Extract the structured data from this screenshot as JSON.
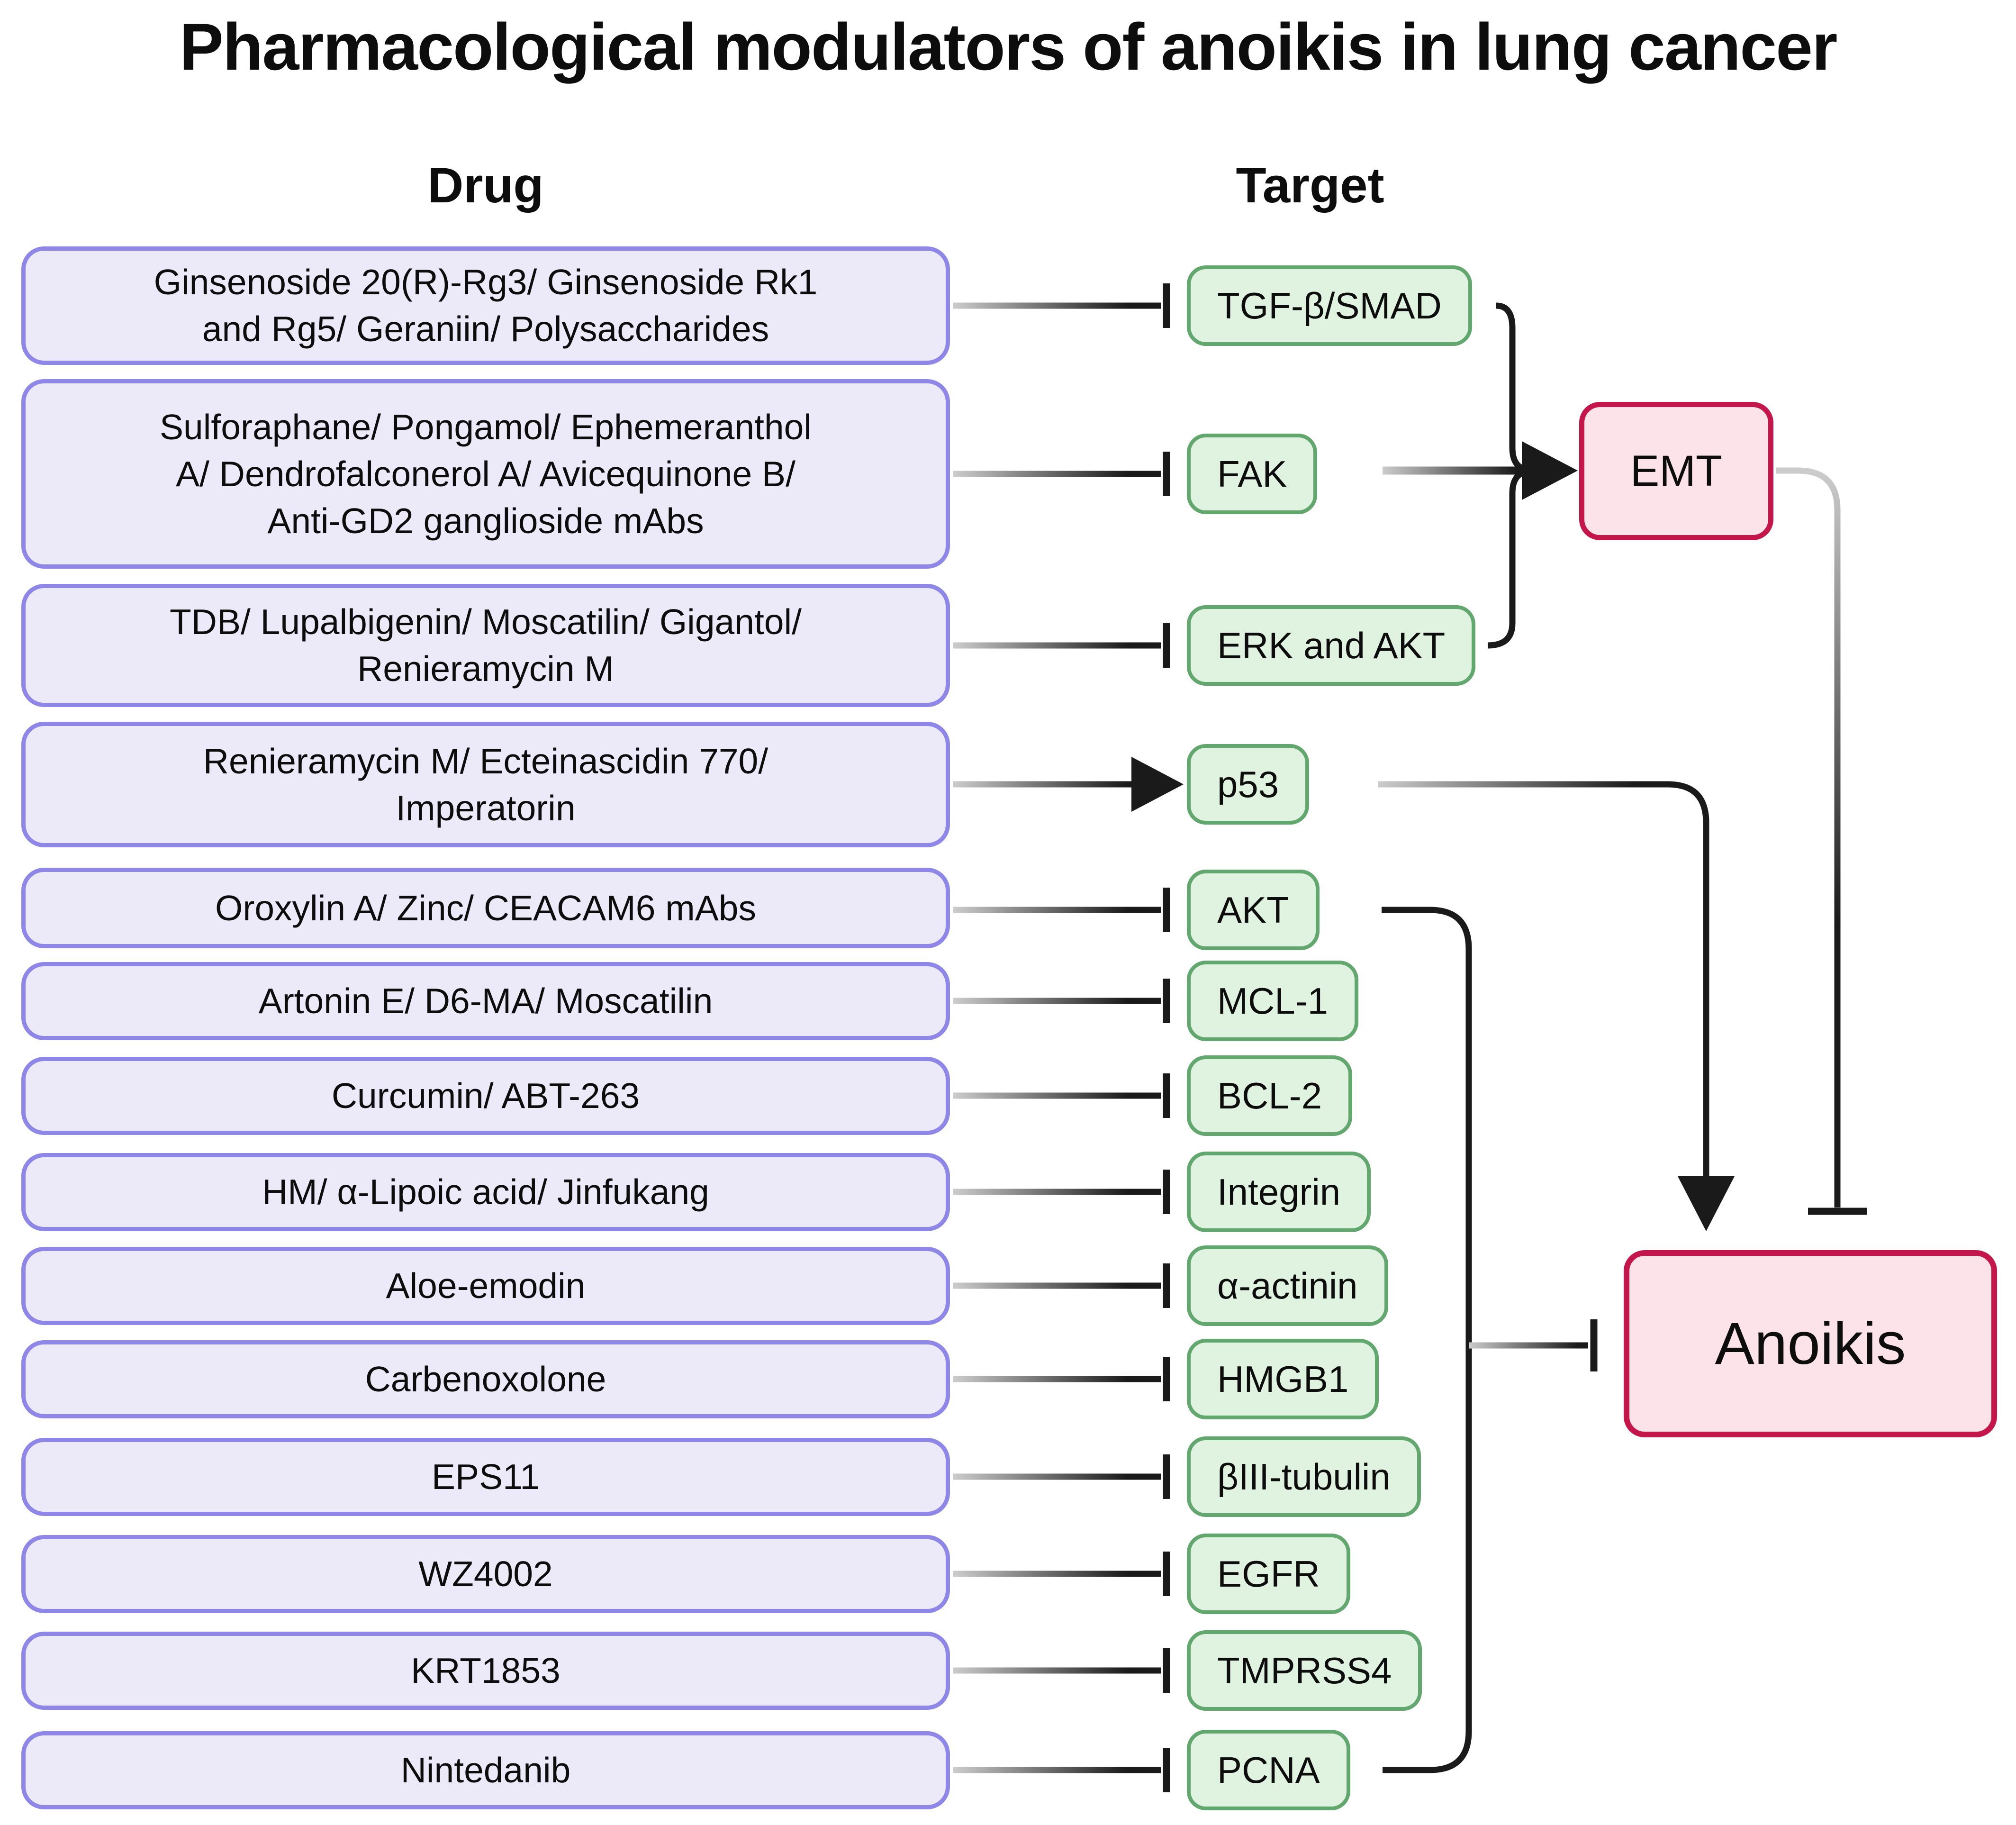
{
  "title": "Pharmacological modulators of anoikis in lung cancer",
  "headers": {
    "drug": "Drug",
    "target": "Target"
  },
  "rows": [
    {
      "drug": "Ginsenoside 20(R)-Rg3/ Ginsenoside Rk1\nand  Rg5/ Geraniin/ Polysaccharides",
      "target": "TGF-β/SMAD",
      "interaction": "inhibits"
    },
    {
      "drug": "Sulforaphane/ Pongamol/ Ephemeranthol\nA/ Dendrofalconerol A/ Avicequinone B/\nAnti-GD2 ganglioside mAbs",
      "target": "FAK",
      "interaction": "inhibits"
    },
    {
      "drug": "TDB/ Lupalbigenin/ Moscatilin/ Gigantol/\nRenieramycin M",
      "target": "ERK and AKT",
      "interaction": "inhibits"
    },
    {
      "drug": "Renieramycin M/ Ecteinascidin 770/\nImperatorin",
      "target": "p53",
      "interaction": "activates"
    },
    {
      "drug": "Oroxylin A/ Zinc/ CEACAM6 mAbs",
      "target": "AKT",
      "interaction": "inhibits"
    },
    {
      "drug": "Artonin E/ D6-MA/ Moscatilin",
      "target": "MCL-1",
      "interaction": "inhibits"
    },
    {
      "drug": "Curcumin/ ABT-263",
      "target": "BCL-2",
      "interaction": "inhibits"
    },
    {
      "drug": "HM/ α-Lipoic acid/ Jinfukang",
      "target": "Integrin",
      "interaction": "inhibits"
    },
    {
      "drug": "Aloe-emodin",
      "target": "α-actinin",
      "interaction": "inhibits"
    },
    {
      "drug": "Carbenoxolone",
      "target": "HMGB1",
      "interaction": "inhibits"
    },
    {
      "drug": "EPS11",
      "target": "βIII-tubulin",
      "interaction": "inhibits"
    },
    {
      "drug": "WZ4002",
      "target": "EGFR",
      "interaction": "inhibits"
    },
    {
      "drug": "KRT1853",
      "target": "TMPRSS4",
      "interaction": "inhibits"
    },
    {
      "drug": "Nintedanib",
      "target": "PCNA",
      "interaction": "inhibits"
    }
  ],
  "nodes": {
    "emt": "EMT",
    "anoikis": "Anoikis"
  },
  "relationships": [
    {
      "from": "TGF-β/SMAD",
      "to": "EMT",
      "type": "activates"
    },
    {
      "from": "FAK",
      "to": "EMT",
      "type": "activates"
    },
    {
      "from": "ERK and AKT",
      "to": "EMT",
      "type": "activates"
    },
    {
      "from": "p53",
      "to": "Anoikis",
      "type": "activates"
    },
    {
      "from": "EMT",
      "to": "Anoikis",
      "type": "inhibits"
    },
    {
      "from": "AKT",
      "to": "Anoikis",
      "type": "inhibits"
    },
    {
      "from": "PCNA",
      "to": "Anoikis",
      "type": "inhibits"
    }
  ],
  "colors": {
    "drug_fill": "#ECEAF9",
    "drug_border": "#8F87E8",
    "target_fill": "#DFF3E0",
    "target_border": "#62A76E",
    "outcome_fill": "#FBE3E9",
    "outcome_border": "#C4164A",
    "line": "#1a1a1a"
  }
}
